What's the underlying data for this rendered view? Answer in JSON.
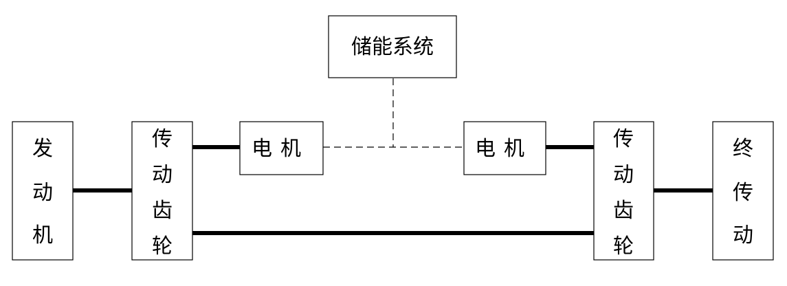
{
  "diagram": {
    "storage": "储能系统",
    "engine": [
      "发",
      "动",
      "机"
    ],
    "gear_left": [
      "传",
      "动",
      "齿",
      "轮"
    ],
    "motor_left": [
      "电",
      "机"
    ],
    "motor_right": [
      "电",
      "机"
    ],
    "gear_right": [
      "传",
      "动",
      "齿",
      "轮"
    ],
    "final_drive": [
      "终",
      "传",
      "动"
    ]
  }
}
